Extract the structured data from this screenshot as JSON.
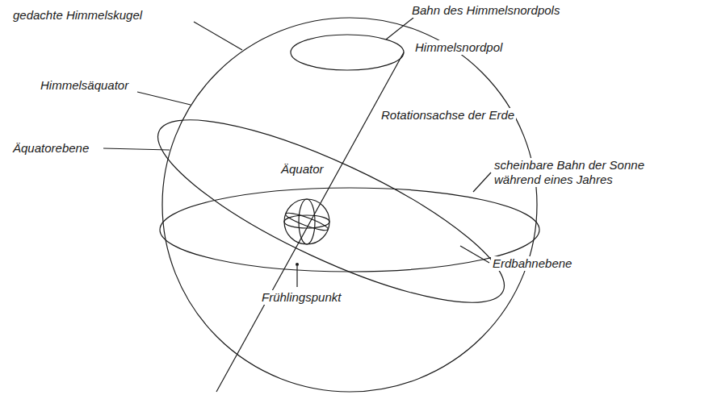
{
  "diagram": {
    "labels": [
      "gedachte Himmelskugel",
      "Bahn des Himmelsnordpols",
      "Himmelsnordpol",
      "Himmelsäquator",
      "Rotationsachse der Erde",
      "Äquatorebene",
      "Äquator",
      "scheinbare Bahn der Sonne während eines Jahres",
      "Erdbahnebene",
      "Frühlingspunkt"
    ]
  }
}
